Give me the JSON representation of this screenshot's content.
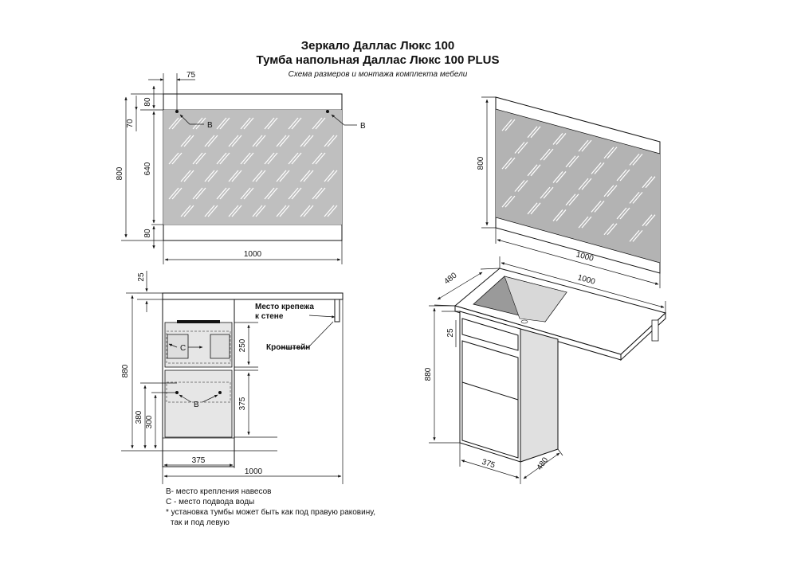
{
  "title": {
    "line1": "Зеркало Даллас Люкс 100",
    "line2": "Тумба напольная Даллас Люкс 100 PLUS",
    "subtitle": "Схема размеров и монтажа комплекта мебели"
  },
  "mirror_front": {
    "dim_75": "75",
    "dim_80_top": "80",
    "dim_70": "70",
    "dim_640": "640",
    "dim_80_bottom": "80",
    "dim_800": "800",
    "dim_1000": "1000",
    "mark_b_left": "B",
    "mark_b_right": "B"
  },
  "mirror_3d": {
    "dim_800": "800",
    "dim_1000": "1000"
  },
  "cabinet_front": {
    "dim_25": "25",
    "dim_880": "880",
    "dim_250": "250",
    "dim_375_v": "375",
    "dim_380": "380",
    "dim_300": "300",
    "dim_375_h": "375",
    "dim_1000": "1000",
    "mark_c": "C",
    "mark_b": "B",
    "label_mount_1": "Место крепежа",
    "label_mount_2": "к стене",
    "label_bracket": "Кронштейн"
  },
  "cabinet_3d": {
    "dim_480_top": "480",
    "dim_1000": "1000",
    "dim_25": "25",
    "dim_880": "880",
    "dim_375": "375",
    "dim_480_bottom": "480"
  },
  "legend": {
    "line1": "B- место крепления навесов",
    "line2": "C - место подвода воды",
    "line3": "* установка тумбы может быть как под правую раковину,",
    "line4": "так и под левую"
  }
}
